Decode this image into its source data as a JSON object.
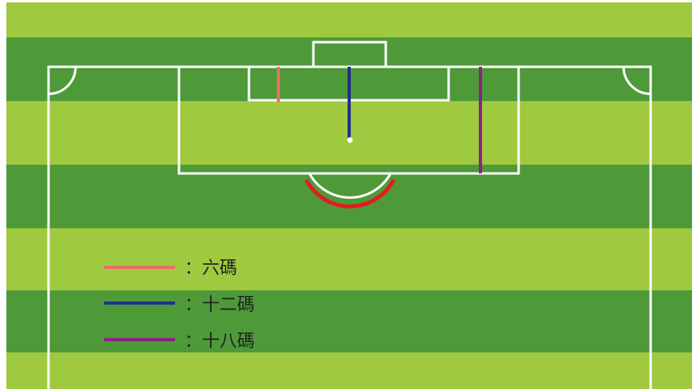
{
  "colors": {
    "light_stripe": "#9fc93f",
    "dark_stripe": "#4e9a39",
    "pitch_lines": "#ffffff",
    "six_yard": "#f06a6a",
    "twelve_yard": "#1f2f8a",
    "eighteen_yard": "#8e1f88",
    "penalty_arc": "#e31b23"
  },
  "legend": [
    {
      "label": "：六碼",
      "color": "#f06a6a"
    },
    {
      "label": "：十二碼",
      "color": "#1f2f8a"
    },
    {
      "label": "：十八碼",
      "color": "#8e1f88"
    }
  ]
}
